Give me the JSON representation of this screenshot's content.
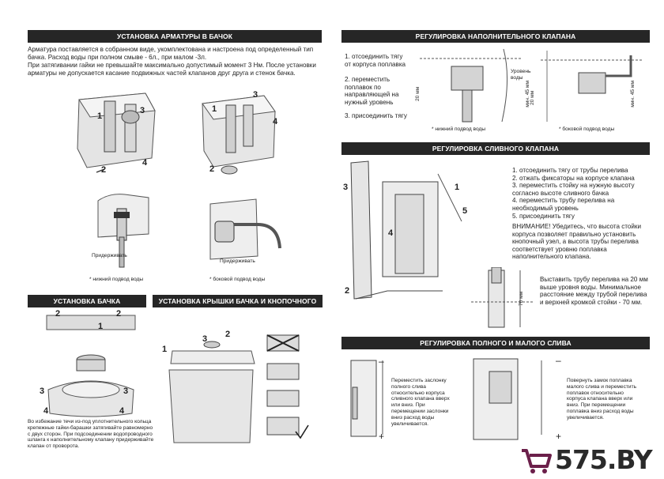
{
  "sections": {
    "fittings": {
      "title": "УСТАНОВКА АРМАТУРЫ В БАЧОК",
      "p1": "Арматура поставляется в собранном виде, укомплектована и настроена под определенный тип бачка. Расход воды при полном смыве - 6л., при малом -3л.",
      "p2": "При затягивании гайки не превышайте максимально допустимый момент 3 Нм. После установки арматуры не допускается касание подвижных частей клапанов друг друга и стенок бачка.",
      "hold": "Придерживать",
      "hold2": "Придерживать",
      "bottom_note": "* нижний подвод воды",
      "side_note": "* боковой подвод воды",
      "n1": "1",
      "n2": "2",
      "n3": "3",
      "n4": "4",
      "m1": "1",
      "m2": "2",
      "m3": "3",
      "m4": "4"
    },
    "tank": {
      "title": "УСТАНОВКА БАЧКА",
      "note": "Во избежание течи из-под уплотнительного кольца крепежные гайки-барашки затягивайте равномерно с двух сторон. При подсоединении водопроводного шланга к наполнительному клапану придерживайте клапан от проворота.",
      "n1": "1",
      "n2": "2",
      "n2b": "2",
      "n3": "3",
      "n3b": "3",
      "n4": "4",
      "n4b": "4"
    },
    "lid": {
      "title": "УСТАНОВКА КРЫШКИ БАЧКА И КНОПОЧНОГО УЗЛА",
      "n1": "1",
      "n2": "2",
      "n3": "3"
    },
    "fill_valve": {
      "title": "РЕГУЛИРОВКА НАПОЛНИТЕЛЬНОГО КЛАПАНА",
      "step1": "1. отсоединить тягу от корпуса поплавка",
      "step2": "2. переместить поплавок по направляющей на нужный уровень",
      "step3": "3. присоединить тягу",
      "dim1": "20 мм",
      "dim2": "мин. 45 мм",
      "dim3": "20 мм",
      "dim4": "мин. 45 мм",
      "level": "Уровень воды",
      "bottom_note": "* нижний подвод воды",
      "side_note": "* боковой подвод воды"
    },
    "drain_valve": {
      "title": "РЕГУЛИРОВКА СЛИВНОГО КЛАПАНА",
      "steps": [
        "1. отсоединить тягу от трубы перелива",
        "2. отжать фиксаторы на корпусе клапана",
        "3. переместить стойку на нужную высоту согласно высоте сливного бачка",
        "4. переместить трубу перелива на необходимый уровень",
        "5. присоединить тягу"
      ],
      "warning": "ВНИМАНИЕ! Убедитесь, что высота стойки корпуса позволяет правильно установить кнопочный узел, а высота трубы перелива соответствует уровню поплавка наполнительного клапана.",
      "overflow": "Выставить трубу перелива на 20 мм выше уровня воды. Минимальное расстояние между трубой перелива и верхней кромкой стойки - 70 мм.",
      "dim": "70 мм",
      "n1": "1",
      "n2": "2",
      "n3": "3",
      "n4": "4",
      "n5": "5"
    },
    "flush": {
      "title": "РЕГУЛИРОВКА ПОЛНОГО И МАЛОГО СЛИВА",
      "full": "Переместить заслонку полного слива относительно корпуса сливного клапана вверх или вниз. При перемещении заслонки вниз расход воды увеличивается.",
      "small": "Повернуть замок поплавка малого слива и переместить поплавок относительно корпуса клапана вверх или вниз. При перемещении поплавка вниз расход воды увеличивается.",
      "plus": "+",
      "minus": "–",
      "plus2": "+",
      "minus2": "–"
    }
  },
  "logo": {
    "text": "575.BY",
    "color": "#6b1f4a"
  }
}
